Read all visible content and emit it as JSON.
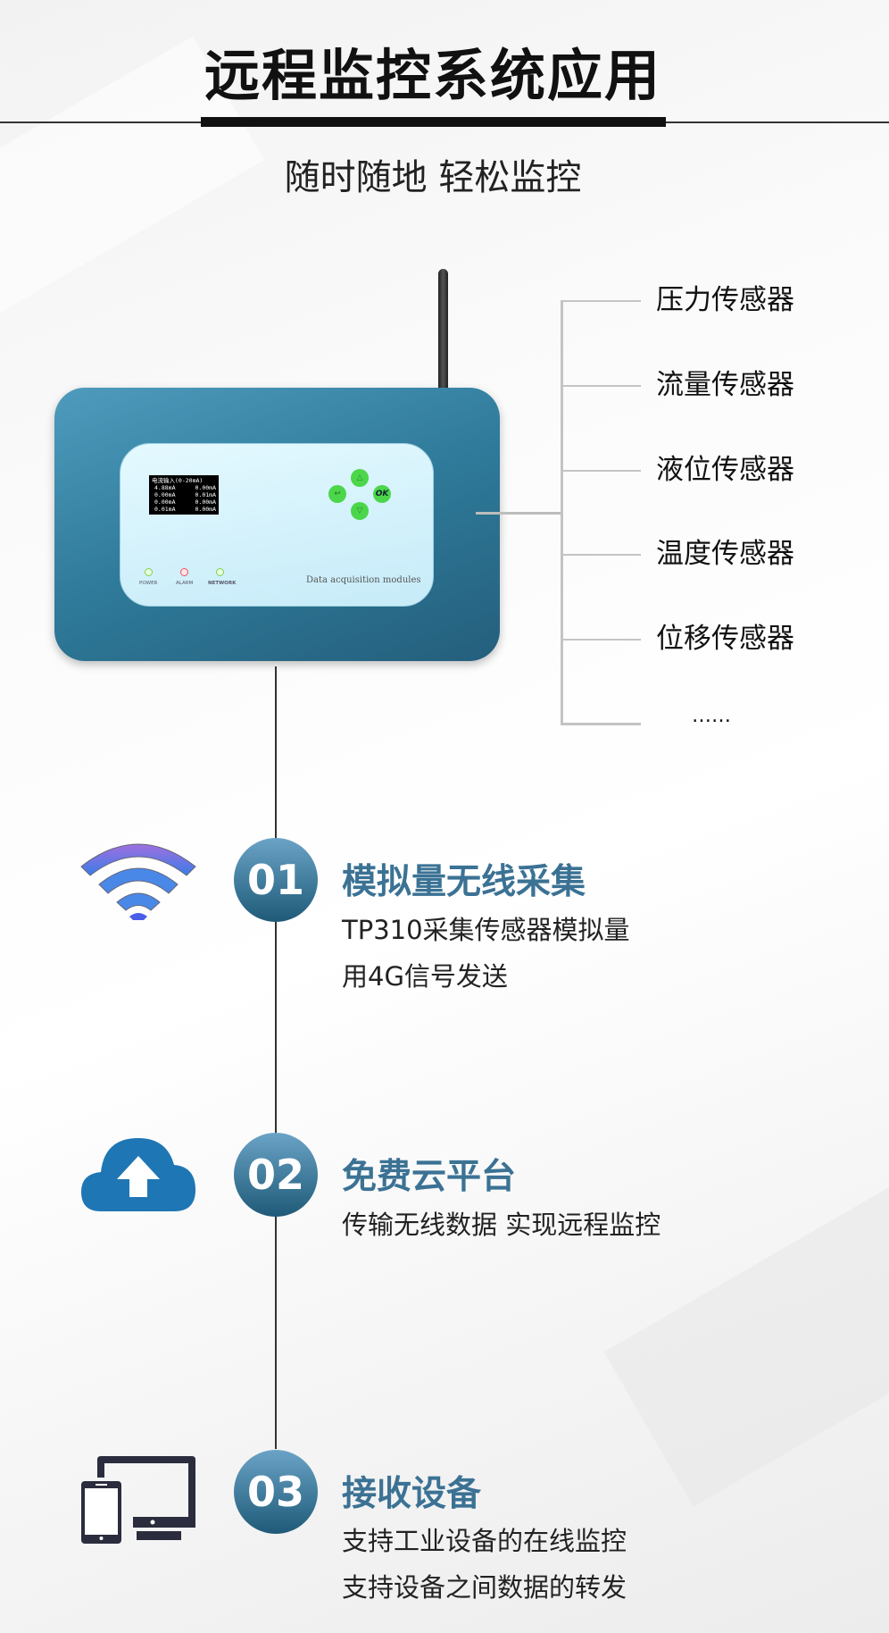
{
  "header": {
    "title": "远程监控系统应用",
    "subtitle": "随时随地 轻松监控"
  },
  "device": {
    "screen_title": "电流输入(0-20mA)",
    "screen_rows": [
      [
        "4.88mA",
        "0.00mA"
      ],
      [
        "0.00mA",
        "0.01mA"
      ],
      [
        "0.00mA",
        "0.00mA"
      ],
      [
        "0.01mA",
        "0.00mA"
      ]
    ],
    "buttons": {
      "ok": "OK"
    },
    "leds": [
      "POWER",
      "ALARM",
      "NETWORK"
    ],
    "label": "Data acquisition modules"
  },
  "sensors": [
    "压力传感器",
    "流量传感器",
    "液位传感器",
    "温度传感器",
    "位移传感器",
    "……"
  ],
  "steps": [
    {
      "number": "01",
      "title": "模拟量无线采集",
      "lines": [
        "TP310采集传感器模拟量",
        "用4G信号发送"
      ],
      "icon": "wifi-icon"
    },
    {
      "number": "02",
      "title": "免费云平台",
      "lines": [
        "传输无线数据  实现远程监控"
      ],
      "icon": "cloud-upload-icon"
    },
    {
      "number": "03",
      "title": "接收设备",
      "lines": [
        "支持工业设备的在线监控",
        "支持设备之间数据的转发"
      ],
      "icon": "devices-icon"
    }
  ],
  "colors": {
    "accent": "#3b7294",
    "device_body": "#2f7a9a",
    "led_ok": "#7cd14a",
    "led_alarm": "#f05060",
    "button": "#4cd64a"
  }
}
